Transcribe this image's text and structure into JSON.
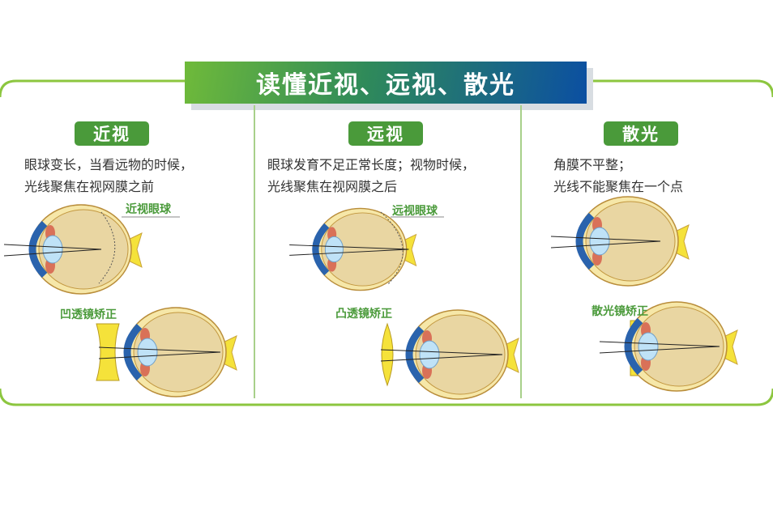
{
  "title": "读懂近视、远视、散光",
  "sections": [
    {
      "heading": "近视",
      "lines": [
        "眼球变长，当看远物的时候，",
        "光线聚焦在视网膜之前"
      ],
      "eye_label": "近视眼球",
      "correction_label": "凹透镜矫正"
    },
    {
      "heading": "远视",
      "lines": [
        "眼球发育不足正常长度；视物时候，",
        "光线聚焦在视网膜之后"
      ],
      "eye_label": "远视眼球",
      "correction_label": "凸透镜矫正"
    },
    {
      "heading": "散光",
      "lines": [
        "角膜不平整；",
        "光线不能聚焦在一个点"
      ],
      "correction_label": "散光镜矫正"
    }
  ],
  "colors": {
    "frame": "#8cc63f",
    "badge": "#4a9a3a",
    "cornea": "#2a63ad",
    "lens": "#bfe2f7",
    "lens_yellow": "#f5e23a"
  }
}
